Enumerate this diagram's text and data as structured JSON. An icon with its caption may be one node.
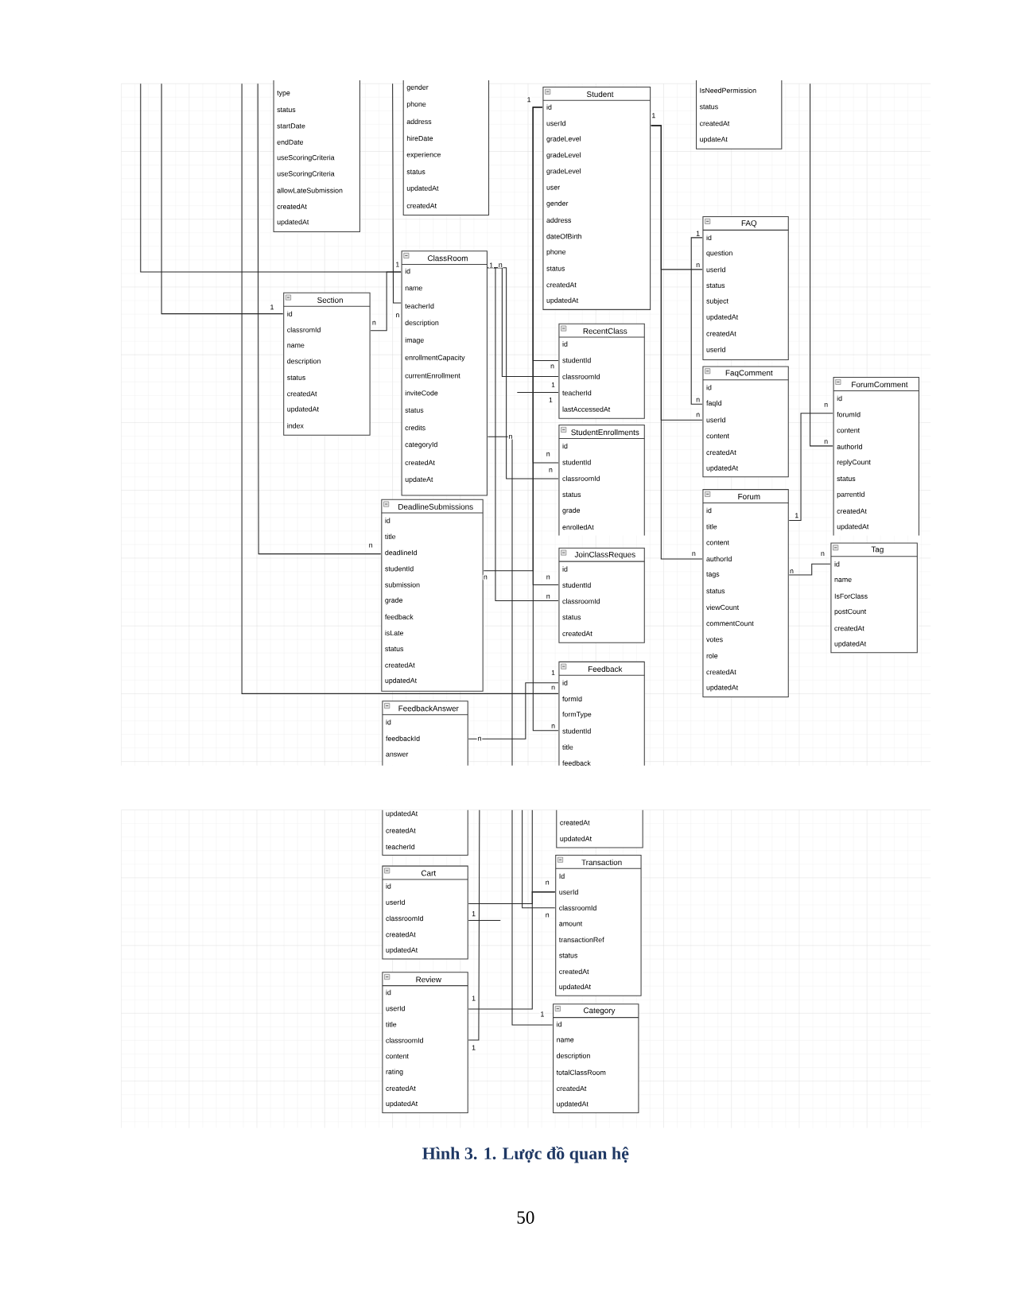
{
  "diagram": {
    "caption": "Hình 3. 1. Lược đồ quan hệ",
    "nodes": [
      {
        "text": [
          "type",
          "status",
          "startDate",
          "endDate",
          "useScoringCriteria",
          "useScoringCriteria",
          "allowLateSubmission",
          "createdAt",
          "updatedAt"
        ]
      },
      {
        "text": [
          "gender",
          "phone",
          "address",
          "hireDate",
          "experience",
          "status",
          "updatedAt",
          "createdAt"
        ]
      },
      {
        "text": [
          "Student",
          "id",
          "userId",
          "gradeLevel",
          "gradeLevel",
          "gradeLevel",
          "user",
          "gender",
          "address",
          "dateOfBirth",
          "phone",
          "status",
          "createdAt",
          "updatedAt"
        ]
      },
      {
        "text": [
          "IsNeedPermission",
          "status",
          "createdAt",
          "updateAt"
        ]
      },
      {
        "text": [
          "ClassRoom",
          "id",
          "name",
          "teacherId",
          "description",
          "image",
          "enrollmentCapacity",
          "currentEnrollment",
          "inviteCode",
          "status",
          "credits",
          "categoryId",
          "createdAt",
          "updateAt"
        ]
      },
      {
        "text": [
          "Section",
          "id",
          "classromId",
          "name",
          "description",
          "status",
          "createdAt",
          "updatedAt",
          "index"
        ]
      },
      {
        "text": [
          "FAQ",
          "id",
          "question",
          "userId",
          "status",
          "subject",
          "updatedAt",
          "createdAt",
          "userId"
        ]
      },
      {
        "text": [
          "RecentClass",
          "id",
          "studentId",
          "classroomId",
          "teacherId",
          "lastAccessedAt"
        ]
      },
      {
        "text": [
          "FaqComment",
          "id",
          "faqId",
          "userId",
          "content",
          "createdAt",
          "updatedAt"
        ]
      },
      {
        "text": [
          "ForumComment",
          "id",
          "forumId",
          "content",
          "authorId",
          "replyCount",
          "status",
          "parrentId",
          "createdAt",
          "updatedAt"
        ]
      },
      {
        "text": [
          "StudentEnrollments",
          "id",
          "studentId",
          "classroomId",
          "status",
          "grade",
          "enrolledAt"
        ]
      },
      {
        "text": [
          "Forum",
          "id",
          "title",
          "content",
          "authorId",
          "tags",
          "status",
          "viewCount",
          "commentCount",
          "votes",
          "role",
          "createdAt",
          "updatedAt"
        ]
      },
      {
        "text": [
          "DeadlineSubmissions",
          "id",
          "title",
          "deadlineId",
          "studentId",
          "submission",
          "grade",
          "feedback",
          "isLate",
          "status",
          "createdAt",
          "updatedAt"
        ]
      },
      {
        "text": [
          "JoinClassReques",
          "id",
          "studentId",
          "classroomId",
          "status",
          "createdAt"
        ]
      },
      {
        "text": [
          "Tag",
          "id",
          "name",
          "IsForClass",
          "postCount",
          "createdAt",
          "updatedAt"
        ]
      },
      {
        "text": [
          "Feedback",
          "id",
          "formId",
          "formType",
          "studentId",
          "title",
          "feedback"
        ]
      },
      {
        "text": [
          "FeedbackAnswer",
          "id",
          "feedbackId",
          "answer"
        ]
      },
      {
        "text": [
          "updatedAt",
          "createdAt",
          "teacherId"
        ]
      },
      {
        "text": [
          "createdAt",
          "updatedAt"
        ]
      },
      {
        "text": [
          "Cart",
          "id",
          "userId",
          "classroomId",
          "createdAt",
          "updatedAt"
        ]
      },
      {
        "text": [
          "Transaction",
          "Id",
          "userId",
          "classroomId",
          "amount",
          "transactionRef",
          "status",
          "createdAt",
          "updatedAt"
        ]
      },
      {
        "text": [
          "Review",
          "id",
          "userId",
          "title",
          "classroomId",
          "content",
          "rating",
          "createdAt",
          "updatedAt"
        ]
      },
      {
        "text": [
          "Category",
          "id",
          "name",
          "description",
          "totalClassRoom",
          "createdAt",
          "updatedAt"
        ]
      }
    ],
    "edges": [
      {
        "from": null,
        "to": 4,
        "arrow": "none"
      },
      {
        "from": null,
        "to": 5,
        "arrow": "none"
      },
      {
        "from": 5,
        "to": 4,
        "arrow": "none"
      },
      {
        "from": 1,
        "to": 4,
        "arrow": "none"
      },
      {
        "from": 0,
        "to": 12,
        "arrow": "none"
      },
      {
        "from": null,
        "to": 15,
        "arrow": "none"
      },
      {
        "from": 4,
        "to": 7,
        "arrow": "none"
      },
      {
        "from": 4,
        "to": 10,
        "arrow": "none"
      },
      {
        "from": 4,
        "to": 13,
        "arrow": "none"
      },
      {
        "from": 2,
        "to": 7,
        "arrow": "none"
      },
      {
        "from": 2,
        "to": 10,
        "arrow": "none"
      },
      {
        "from": 2,
        "to": 13,
        "arrow": "none"
      },
      {
        "from": 2,
        "to": 12,
        "arrow": "none"
      },
      {
        "from": 2,
        "to": 15,
        "arrow": "none"
      },
      {
        "from": null,
        "to": 7,
        "arrow": "none"
      },
      {
        "from": 2,
        "to": 6,
        "arrow": "none"
      },
      {
        "from": 2,
        "to": 8,
        "arrow": "none"
      },
      {
        "from": 2,
        "to": 11,
        "arrow": "none"
      },
      {
        "from": 6,
        "to": 8,
        "arrow": "none"
      },
      {
        "from": 11,
        "to": 9,
        "arrow": "none"
      },
      {
        "from": null,
        "to": 9,
        "arrow": "none"
      },
      {
        "from": 11,
        "to": 14,
        "arrow": "none"
      },
      {
        "from": 4,
        "to": null,
        "arrow": "none"
      },
      {
        "from": null,
        "to": 22,
        "arrow": "none"
      },
      {
        "from": 16,
        "to": 15,
        "arrow": "none"
      },
      {
        "from": null,
        "to": 20,
        "arrow": "none"
      },
      {
        "from": null,
        "to": 20,
        "arrow": "none"
      },
      {
        "from": 19,
        "to": 20,
        "arrow": "none"
      },
      {
        "from": 19,
        "to": null,
        "arrow": "none"
      },
      {
        "from": 21,
        "to": 20,
        "arrow": "none"
      },
      {
        "from": 21,
        "to": 17,
        "arrow": "none"
      }
    ],
    "labels": [
      "1",
      "1",
      "n",
      "n",
      "n",
      "n",
      "1",
      "n",
      "1",
      "n",
      "1",
      "1",
      "n",
      "n",
      "n",
      "n",
      "n",
      "n",
      "1",
      "1",
      "n",
      "n",
      "n",
      "n",
      "1",
      "n",
      "n",
      "n",
      "n",
      "n",
      "1",
      "n",
      "n",
      "n",
      "1",
      "1",
      "1",
      "1",
      "50"
    ]
  }
}
